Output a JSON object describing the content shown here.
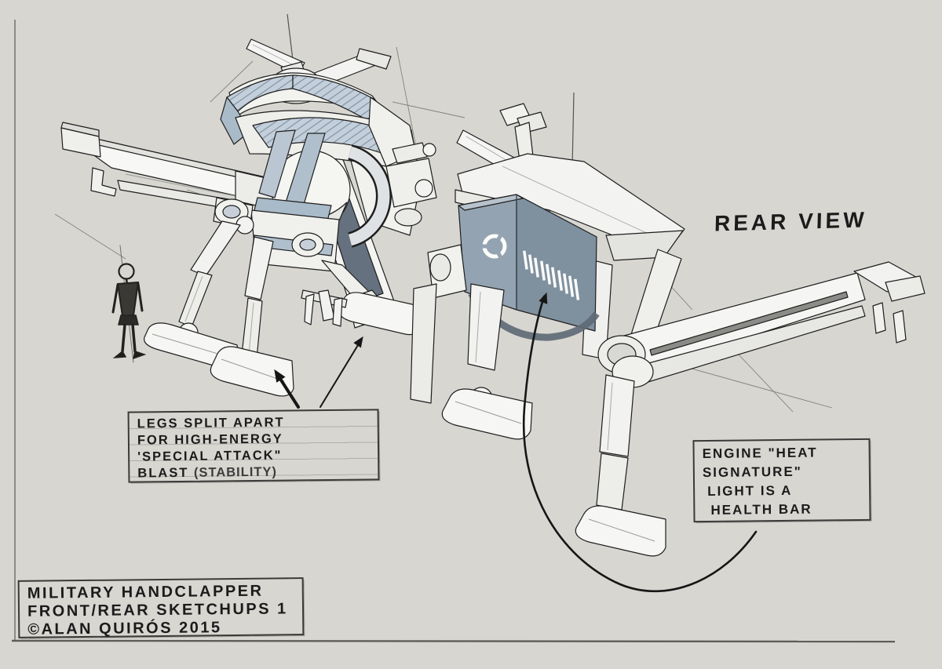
{
  "sketch": {
    "rear_view_label": "REAR VIEW",
    "notes": {
      "legs": {
        "line1": "LEGS SPLIT APART",
        "line2": "FOR HIGH-ENERGY",
        "line3": "'SPECIAL ATTACK\"",
        "line4_strong": "BLAST",
        "line4_light": "(STABILITY)"
      },
      "engine": {
        "line1": "ENGINE \"HEAT",
        "line2": "SIGNATURE\"",
        "line3": "LIGHT IS A",
        "line4": "HEALTH BAR"
      }
    },
    "title_block": {
      "line1": "MILITARY HANDCLAPPER",
      "line2": "FRONT/REAR SKETCHUPS 1",
      "line3": "©ALAN QUIRÓS 2015"
    },
    "colors": {
      "background": "#d8d6d1",
      "ink": "#1e1e1e",
      "engine_panel": "#8d9dab",
      "accent_armor": "#b9c6d2",
      "heat_light": "#fbfbfa"
    }
  }
}
